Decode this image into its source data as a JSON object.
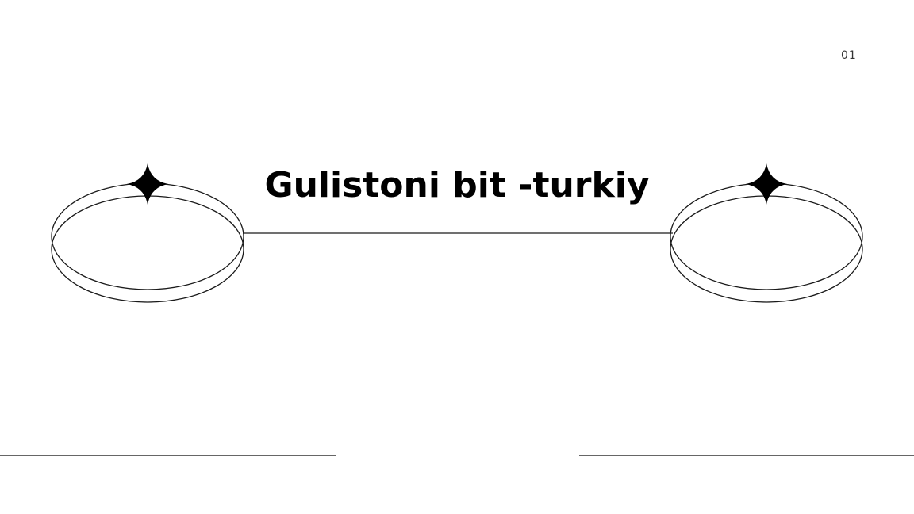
{
  "slide": {
    "title": "Gulistoni bit -turkiy",
    "page_number": "01"
  },
  "colors": {
    "background": "#ffffff",
    "ink": "#000000",
    "line": "#333333"
  },
  "icons": {
    "left_star": "four-point-star-icon",
    "right_star": "four-point-star-icon",
    "left_ring": "double-ellipse-ring",
    "right_ring": "double-ellipse-ring"
  }
}
